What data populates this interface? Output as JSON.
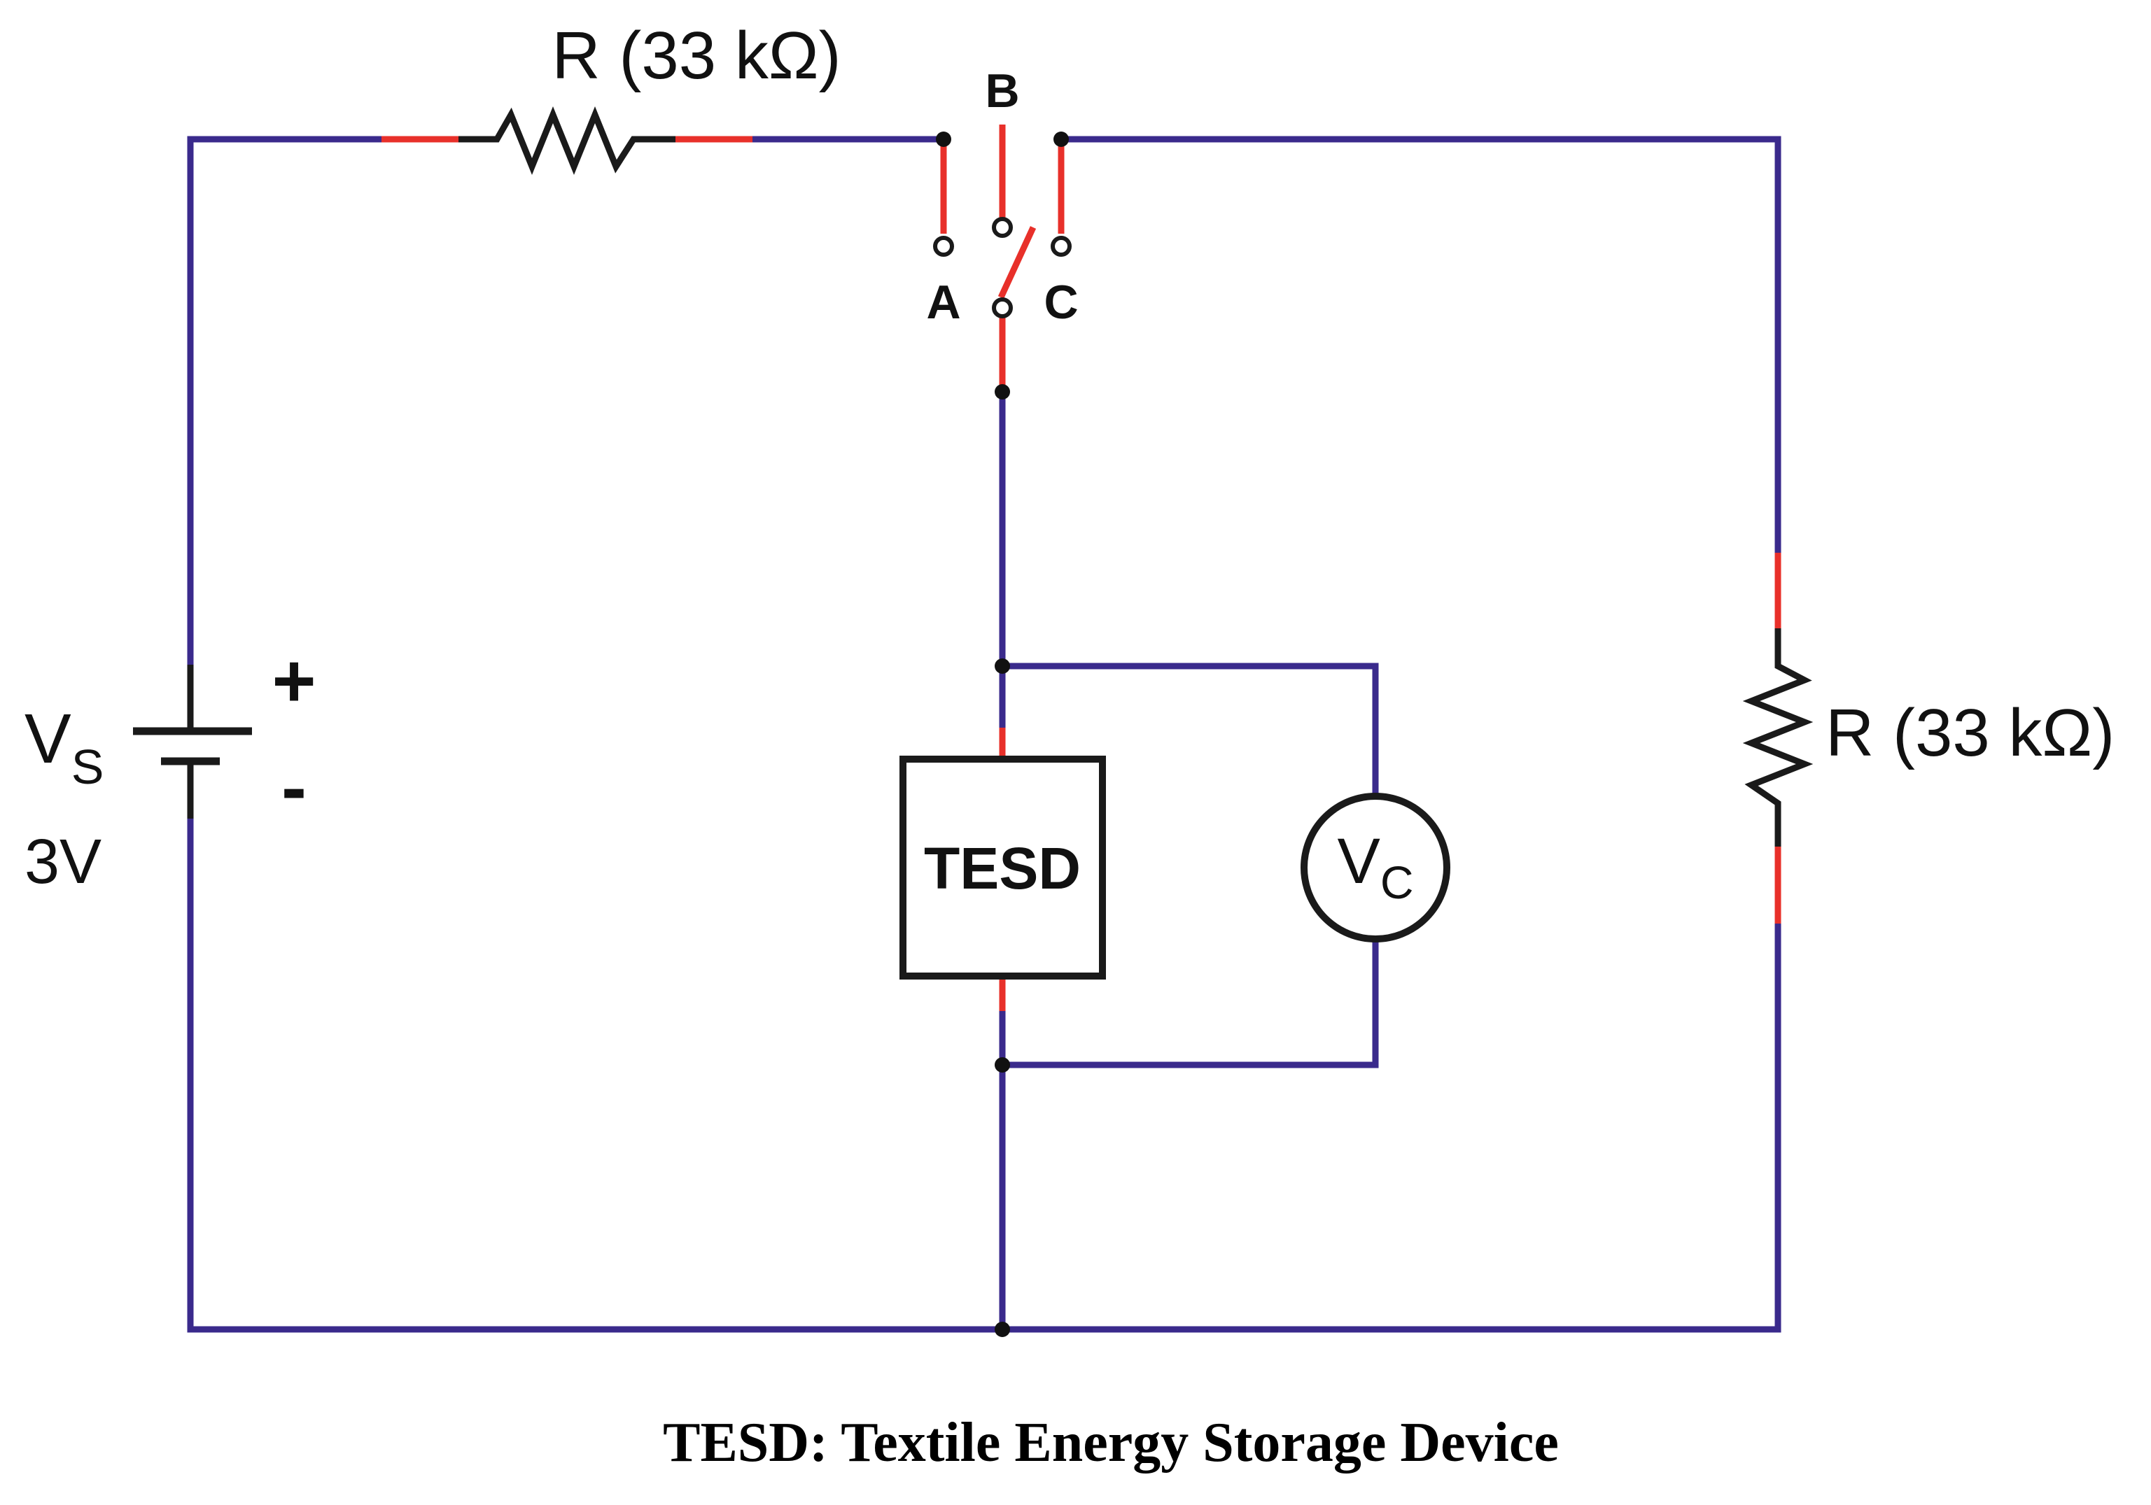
{
  "colors": {
    "wire": "#3a2a8c",
    "lead": "#e8302a",
    "component": "#1a1a1a",
    "background": "#ffffff"
  },
  "labels": {
    "resistor_top": "R (33 kΩ)",
    "resistor_right": "R (33 kΩ)",
    "switch_a": "A",
    "switch_b": "B",
    "switch_c": "C",
    "source_symbol": "V",
    "source_subscript": "S",
    "source_voltage": "3V",
    "plus": "+",
    "minus": "-",
    "device": "TESD",
    "voltmeter_symbol": "V",
    "voltmeter_subscript": "C"
  },
  "caption": "TESD: Textile Energy Storage Device"
}
